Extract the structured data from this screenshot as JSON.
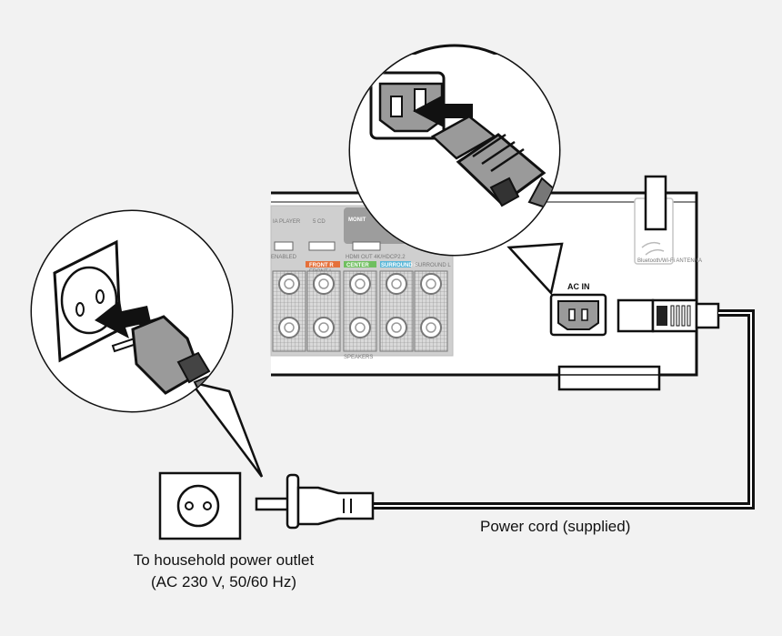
{
  "labels": {
    "power_cord": "Power cord (supplied)",
    "outlet_line1": "To household power outlet",
    "outlet_line2": "(AC 230 V, 50/60 Hz)",
    "ac_in": "AC IN"
  },
  "panel_text": {
    "media_player": "IA PLAYER",
    "cd": "5 CD",
    "monitor": "MONIT",
    "enabled": "ENABLED",
    "hdmi_out": "HDMI OUT 4K/HDCP2.2",
    "front_r": "FRONT R",
    "front_l": "FRONT L",
    "center": "CENTER",
    "surround_r": "SURROUND R",
    "surround_l": "SURROUND L",
    "speakers": "SPEAKERS",
    "antenna": "Bluetooth/Wi-Fi ANTENNA"
  },
  "colors": {
    "background": "#f2f2f2",
    "line": "#111111",
    "panel_gray": "#9a9a9a",
    "front_tag": "#e5703a",
    "center_tag": "#6fbf5f",
    "surround_tag": "#5ab7d8"
  }
}
